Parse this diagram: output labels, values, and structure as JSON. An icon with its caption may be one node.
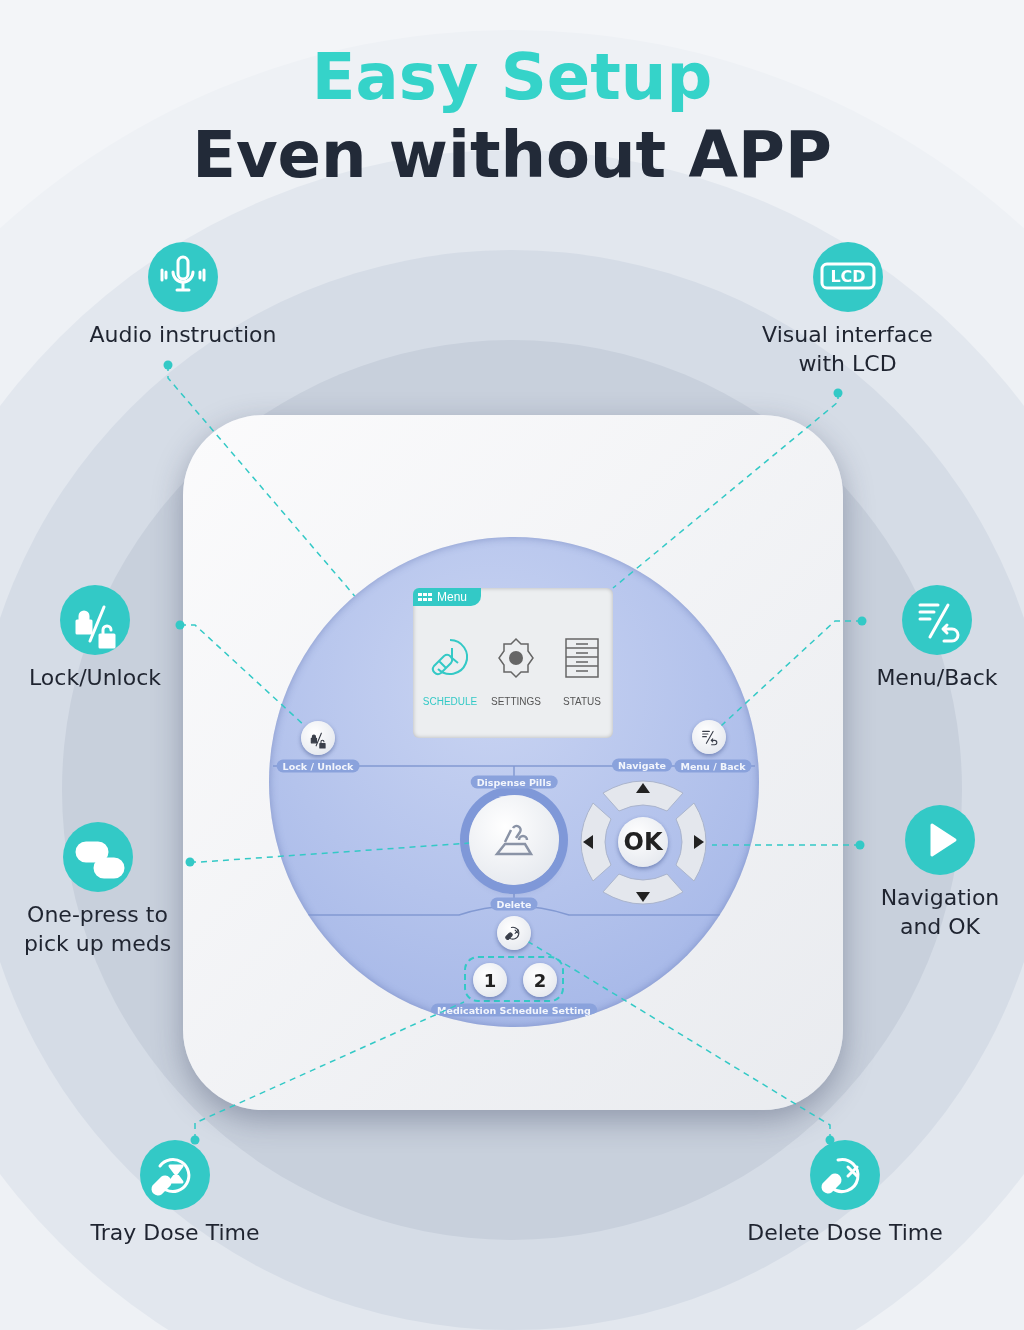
{
  "diagram": {
    "title": "Easy Setup",
    "nodes": [
      {
        "text": [
          "Audio instruction"
        ]
      },
      {
        "text": [
          "LCD",
          "Visual interface with LCD"
        ]
      },
      {
        "text": [
          "Lock/Unlock"
        ]
      },
      {
        "text": [
          "Menu/Back"
        ]
      },
      {
        "text": [
          "One-press to pick up meds"
        ]
      },
      {
        "text": [
          "Navigation and OK"
        ]
      },
      {
        "text": [
          "Tray Dose Time"
        ]
      },
      {
        "text": [
          "Delete Dose Time"
        ]
      },
      {
        "text": [],
        "shape": "picture"
      },
      {
        "text": [],
        "shape": "circle",
        "in": 8
      },
      {
        "text": [
          "Menu",
          "SCHEDULE",
          "SETTINGS",
          "STATUS"
        ],
        "in": 9
      },
      {
        "text": [],
        "shape": "circle",
        "in": 9,
        "beside": [
          "Lock / Unlock"
        ]
      },
      {
        "text": [],
        "shape": "circle",
        "in": 9,
        "beside": [
          "Menu / Back"
        ]
      },
      {
        "text": [],
        "shape": "circle",
        "in": 9,
        "beside": [
          "Dispense Pills"
        ]
      },
      {
        "text": [
          "OK"
        ],
        "in": 9,
        "beside": [
          "Navigate"
        ]
      },
      {
        "text": [],
        "shape": "circle",
        "in": 9,
        "beside": [
          "Delete"
        ]
      },
      {
        "text": [],
        "shape": "box",
        "in": 9,
        "beside": [
          "Medication Schedule Setting"
        ]
      },
      {
        "text": [
          "1"
        ],
        "in": 16
      },
      {
        "text": [
          "2"
        ],
        "in": 16
      }
    ],
    "edges": [
      {
        "from": 0,
        "to": 9,
        "arrow": "other",
        "style": "dashed"
      },
      {
        "from": 1,
        "to": 10,
        "arrow": "other",
        "style": "dashed"
      },
      {
        "from": 2,
        "to": 11,
        "arrow": "other",
        "style": "dashed"
      },
      {
        "from": 3,
        "to": 12,
        "arrow": "other",
        "style": "dashed"
      },
      {
        "from": 4,
        "to": 13,
        "arrow": "other",
        "style": "dashed"
      },
      {
        "from": 5,
        "to": 14,
        "arrow": "other",
        "style": "dashed"
      },
      {
        "from": 6,
        "to": 16,
        "arrow": "other",
        "style": "dashed"
      },
      {
        "from": 7,
        "to": 15,
        "arrow": "other",
        "style": "dashed"
      }
    ],
    "labels": [
      "Even without APP"
    ]
  }
}
